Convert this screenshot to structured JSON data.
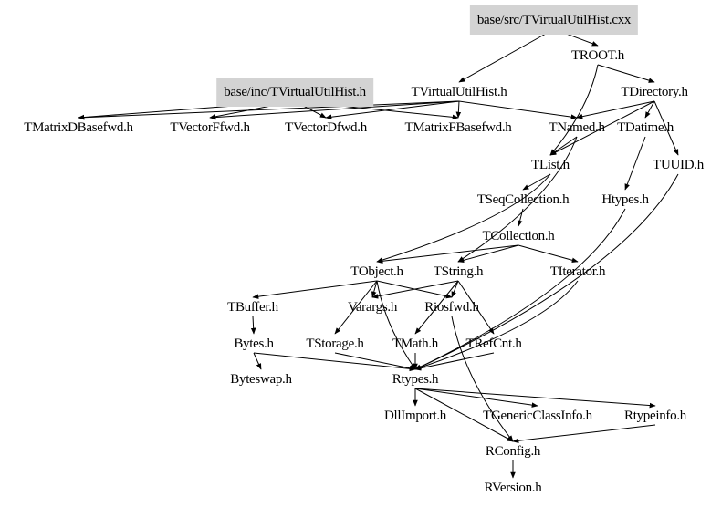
{
  "nodes": [
    {
      "id": "cxx",
      "label": "base/src/TVirtualUtilHist.cxx",
      "highlight": true
    },
    {
      "id": "troot",
      "label": "TROOT.h"
    },
    {
      "id": "inc",
      "label": "base/inc/TVirtualUtilHist.h",
      "highlight": true
    },
    {
      "id": "tvuh",
      "label": "TVirtualUtilHist.h"
    },
    {
      "id": "tdir",
      "label": "TDirectory.h"
    },
    {
      "id": "tmdb",
      "label": "TMatrixDBasefwd.h"
    },
    {
      "id": "tvff",
      "label": "TVectorFfwd.h"
    },
    {
      "id": "tvdf",
      "label": "TVectorDfwd.h"
    },
    {
      "id": "tmfb",
      "label": "TMatrixFBasefwd.h"
    },
    {
      "id": "tnamed",
      "label": "TNamed.h"
    },
    {
      "id": "tdatime",
      "label": "TDatime.h"
    },
    {
      "id": "tlist",
      "label": "TList.h"
    },
    {
      "id": "tuuid",
      "label": "TUUID.h"
    },
    {
      "id": "tseq",
      "label": "TSeqCollection.h"
    },
    {
      "id": "htypes",
      "label": "Htypes.h"
    },
    {
      "id": "tcoll",
      "label": "TCollection.h"
    },
    {
      "id": "tobject",
      "label": "TObject.h"
    },
    {
      "id": "tstring",
      "label": "TString.h"
    },
    {
      "id": "titer",
      "label": "TIterator.h"
    },
    {
      "id": "tbuffer",
      "label": "TBuffer.h"
    },
    {
      "id": "varargs",
      "label": "Varargs.h"
    },
    {
      "id": "riosfwd",
      "label": "Riosfwd.h"
    },
    {
      "id": "bytes",
      "label": "Bytes.h"
    },
    {
      "id": "tstorage",
      "label": "TStorage.h"
    },
    {
      "id": "tmath",
      "label": "TMath.h"
    },
    {
      "id": "trefcnt",
      "label": "TRefCnt.h"
    },
    {
      "id": "byteswap",
      "label": "Byteswap.h"
    },
    {
      "id": "rtypes",
      "label": "Rtypes.h"
    },
    {
      "id": "dllimport",
      "label": "DllImport.h"
    },
    {
      "id": "tgci",
      "label": "TGenericClassInfo.h"
    },
    {
      "id": "rtypeinfo",
      "label": "Rtypeinfo.h"
    },
    {
      "id": "rconfig",
      "label": "RConfig.h"
    },
    {
      "id": "rversion",
      "label": "RVersion.h"
    }
  ],
  "edges": [
    [
      "cxx",
      "troot"
    ],
    [
      "cxx",
      "tvuh"
    ],
    [
      "troot",
      "tdir"
    ],
    [
      "troot",
      "tlist"
    ],
    [
      "inc",
      "tmdb"
    ],
    [
      "inc",
      "tvff"
    ],
    [
      "inc",
      "tvdf"
    ],
    [
      "inc",
      "tmfb"
    ],
    [
      "tvuh",
      "tmdb"
    ],
    [
      "tvuh",
      "tvff"
    ],
    [
      "tvuh",
      "tvdf"
    ],
    [
      "tvuh",
      "tmfb"
    ],
    [
      "tvuh",
      "tnamed"
    ],
    [
      "tdir",
      "tnamed"
    ],
    [
      "tdir",
      "tdatime"
    ],
    [
      "tdir",
      "tuuid"
    ],
    [
      "tdir",
      "tlist"
    ],
    [
      "tnamed",
      "tlist"
    ],
    [
      "tnamed",
      "tstring"
    ],
    [
      "tdatime",
      "htypes"
    ],
    [
      "tuuid",
      "rtypes"
    ],
    [
      "tlist",
      "tseq"
    ],
    [
      "tlist",
      "tobject"
    ],
    [
      "tseq",
      "tcoll"
    ],
    [
      "tcoll",
      "tobject"
    ],
    [
      "tcoll",
      "tstring"
    ],
    [
      "tcoll",
      "titer"
    ],
    [
      "tobject",
      "tbuffer"
    ],
    [
      "tobject",
      "varargs"
    ],
    [
      "tobject",
      "riosfwd"
    ],
    [
      "tobject",
      "tstorage"
    ],
    [
      "tobject",
      "rtypes"
    ],
    [
      "tstring",
      "varargs"
    ],
    [
      "tstring",
      "riosfwd"
    ],
    [
      "tstring",
      "trefcnt"
    ],
    [
      "tstring",
      "tmath"
    ],
    [
      "htypes",
      "rtypes"
    ],
    [
      "titer",
      "rtypes"
    ],
    [
      "tbuffer",
      "bytes"
    ],
    [
      "bytes",
      "byteswap"
    ],
    [
      "bytes",
      "rtypes"
    ],
    [
      "tstorage",
      "rtypes"
    ],
    [
      "tmath",
      "rtypes"
    ],
    [
      "trefcnt",
      "rtypes"
    ],
    [
      "riosfwd",
      "rconfig"
    ],
    [
      "rtypes",
      "dllimport"
    ],
    [
      "rtypes",
      "tgci"
    ],
    [
      "rtypes",
      "rtypeinfo"
    ],
    [
      "rtypes",
      "rconfig"
    ],
    [
      "rtypeinfo",
      "rconfig"
    ],
    [
      "rconfig",
      "rversion"
    ]
  ],
  "colors": {
    "highlight_fill": "#d3d3d3",
    "edge": "#000000"
  }
}
